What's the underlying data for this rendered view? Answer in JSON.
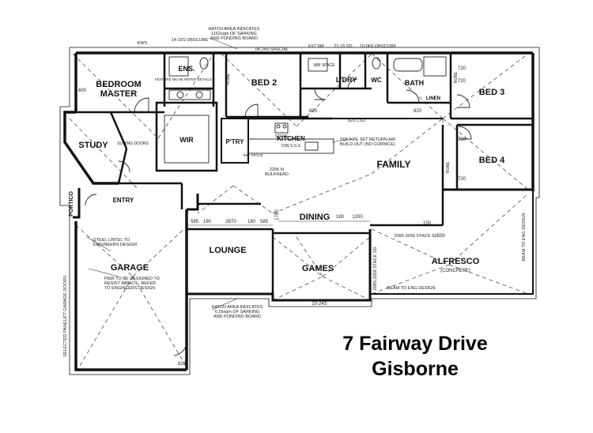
{
  "address": {
    "line1": "7 Fairway Drive",
    "line2": "Gisborne"
  },
  "rooms": {
    "bedroom_master": "BEDROOM",
    "bedroom_master_2": "MASTER",
    "ens": "ENS.",
    "bed2": "BED 2",
    "ldry": "L'DRY",
    "wc": "WC",
    "bath": "BATH",
    "bed3": "BED 3",
    "study": "STUDY",
    "wir": "WIR",
    "ptry": "P'TRY",
    "kitchen": "KITCHEN",
    "family": "FAMILY",
    "bed4": "BED 4",
    "entry": "ENTRY",
    "portico": "PORTICO",
    "dining": "DINING",
    "lounge": "LOUNGE",
    "games": "GAMES",
    "garage": "GARAGE",
    "alfresco": "ALFRESCO",
    "alfresco_sub": "(CONCRETE)",
    "linen": "LINEN"
  },
  "notes": {
    "hatch_top_1": "HATCH AREA INDICATES",
    "hatch_top_2": "1162sqm OF SARKING",
    "hatch_top_3": "AND PONDING BOARD",
    "hatch_bot_1": "HATCH AREA INDICATES",
    "hatch_bot_2": "6.16sqm OF SARKING",
    "hatch_bot_3": "AND PONDING BOARD",
    "square_set_1": "SQUARE SET RETURN AIR",
    "square_set_2": "BUILD OUT (NO CORNICE)",
    "steel_lintel_1": "STEEL LINTEL TO",
    "steel_lintel_2": "ENGINEERS DESIGN",
    "pier_1": "PIER TO BE DESIGNED TO",
    "pier_2": "RESIST IMPACT - REFER",
    "pier_3": "TO ENGINEERS DESIGN",
    "beam_eng": "BEAM TO ENG DESIGN",
    "beam_eng_side": "BEAM TO ENG DESIGN",
    "garage_doors": "SELECTED PANELIFT GARAGE DOORS",
    "special_obscure": "14-15S OBSCURE",
    "special_top": "06-24S SPECIAL",
    "ext_tap": "EXT TAP",
    "sd_top": "21-15 SD",
    "obscure_r": "10-06S OBSCURE",
    "feature_niche": "FEATURE NICHE REFER DETAILS",
    "wm_space": "WM SPACE",
    "stove": "STOVE",
    "kitchen_apps": "D/W  S.S.S",
    "bulkhead_1": "2206 III",
    "bulkhead_2": "BULKHEAD",
    "csd": "820 CSD",
    "stack_1": "2095-3250 STACK SD",
    "stack_2": "2095-2050 STACK SD",
    "robe": "ROBE",
    "ref_space": "REF SPACE",
    "bifold": "SLIDING DOORS",
    "dim_2870": "2870",
    "dim_585": "585",
    "dim_180a": "180",
    "dim_180b": "180",
    "dim_585b": "585",
    "dim_1200": "1200",
    "dim_180c": "180",
    "dim_150": "150",
    "dim_1780": "1780",
    "dim_820a": "820",
    "dim_820b": "820",
    "dim_820c": "820",
    "dim_720a": "720",
    "dim_720b": "720",
    "dim_720c": "720",
    "dim_720d": "720",
    "dim_600": "600",
    "dim_590": "590",
    "dim_10_24s": "10-24S",
    "kws": "KWS"
  }
}
